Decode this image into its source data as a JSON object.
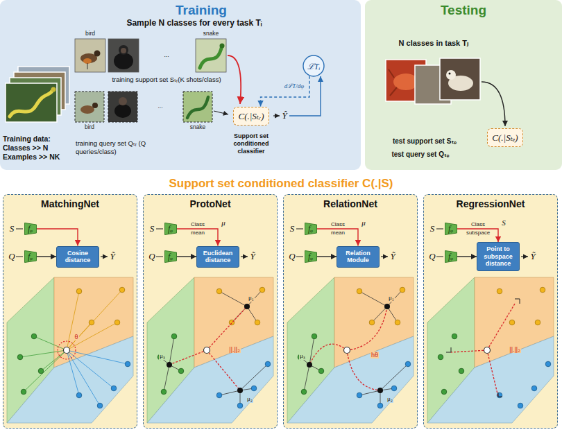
{
  "diagram": {
    "title": "Support set conditioned classifier C(.|S)",
    "nodes": [
      {
        "text": [
          "Training"
        ]
      },
      {
        "text": [
          "Testing"
        ]
      },
      {
        "text": [
          "C(.|Sₜᵣ)"
        ],
        "in": 0
      },
      {
        "text": [
          "ℒTᵢ"
        ],
        "in": 0
      },
      {
        "text": [
          "C(.|Sₜₑ)"
        ],
        "in": 1
      },
      {
        "text": [
          "MatchingNet"
        ]
      },
      {
        "text": [
          "fᵩ"
        ],
        "in": 5
      },
      {
        "text": [
          "fᵩ"
        ],
        "in": 5
      },
      {
        "text": [
          "Cosine distance"
        ],
        "in": 5
      },
      {
        "text": [
          "ProtoNet"
        ]
      },
      {
        "text": [
          "fᵩ"
        ],
        "in": 9
      },
      {
        "text": [
          "fᵩ"
        ],
        "in": 9
      },
      {
        "text": [
          "Euclidean distance"
        ],
        "in": 9
      },
      {
        "text": [
          "RelationNet"
        ]
      },
      {
        "text": [
          "fᵩ"
        ],
        "in": 13
      },
      {
        "text": [
          "fᵩ"
        ],
        "in": 13
      },
      {
        "text": [
          "Relation Module"
        ],
        "in": 13
      },
      {
        "text": [
          "RegressionNet"
        ]
      },
      {
        "text": [
          "fᵩ"
        ],
        "in": 17
      },
      {
        "text": [
          "fᵩ"
        ],
        "in": 17
      },
      {
        "text": [
          "Point to subspace distance"
        ],
        "in": 17
      }
    ],
    "edges": [
      {
        "from": 3,
        "to": 2,
        "arrow": "to",
        "label": "dℒT/dφ"
      },
      {
        "from": 6,
        "to": 8,
        "arrow": "to"
      },
      {
        "from": 7,
        "to": 8,
        "arrow": "to"
      },
      {
        "from": 10,
        "to": 12,
        "arrow": "to"
      },
      {
        "from": 11,
        "to": 12,
        "arrow": "to"
      },
      {
        "from": 14,
        "to": 16,
        "arrow": "to"
      },
      {
        "from": 15,
        "to": 16,
        "arrow": "to"
      },
      {
        "from": 18,
        "to": 20,
        "arrow": "to"
      },
      {
        "from": 19,
        "to": 20,
        "arrow": "to"
      }
    ],
    "labels": [
      "Sample N classes for every task Tᵢ",
      "bird",
      "...",
      "snake",
      "training support set Sₜᵣ(K shots/class)",
      "bird",
      "...",
      "snake",
      "Training data: Classes >> N Examples >> NK",
      "training query set Qₜᵣ (Q queries/class)",
      "Support set conditioned classifier",
      "Ŷ",
      "N classes in task Tⱼ",
      "test support set Sₜₑ",
      "test query set Qₜₑ",
      "S",
      "Q",
      "Ỹ",
      "θ",
      "S",
      "Class mean",
      "μ",
      "Q",
      "Ỹ",
      "μ₁",
      "μ₃",
      "μ₂",
      "||.||₂",
      "S",
      "Class mean",
      "μ",
      "Q",
      "Ỹ",
      "μ₃",
      "μ₁",
      "hθ",
      "μ₂",
      "S",
      "Class subspace",
      "S",
      "Q",
      "Ỹ",
      "||.||₂"
    ]
  }
}
